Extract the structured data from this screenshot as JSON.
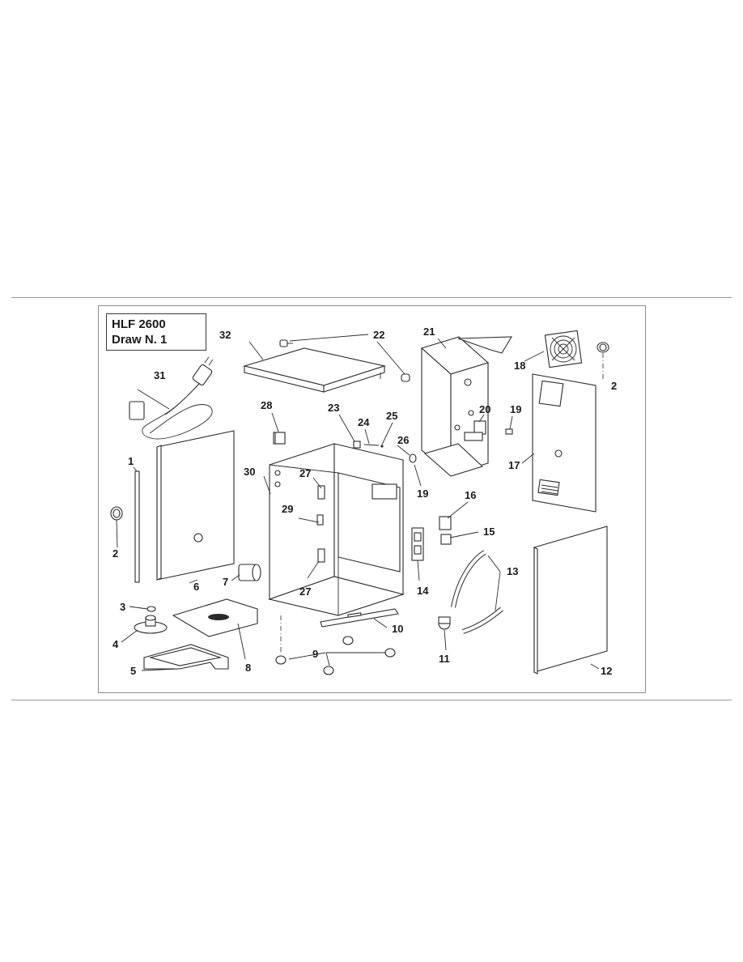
{
  "title": {
    "model": "HLF 2600",
    "drawing": "Draw N. 1"
  },
  "callouts": [
    "1",
    "2",
    "2",
    "3",
    "4",
    "5",
    "6",
    "7",
    "8",
    "9",
    "10",
    "11",
    "12",
    "13",
    "14",
    "15",
    "16",
    "17",
    "18",
    "19",
    "19",
    "20",
    "21",
    "22",
    "23",
    "24",
    "25",
    "26",
    "27",
    "27",
    "28",
    "29",
    "30",
    "31",
    "32"
  ]
}
